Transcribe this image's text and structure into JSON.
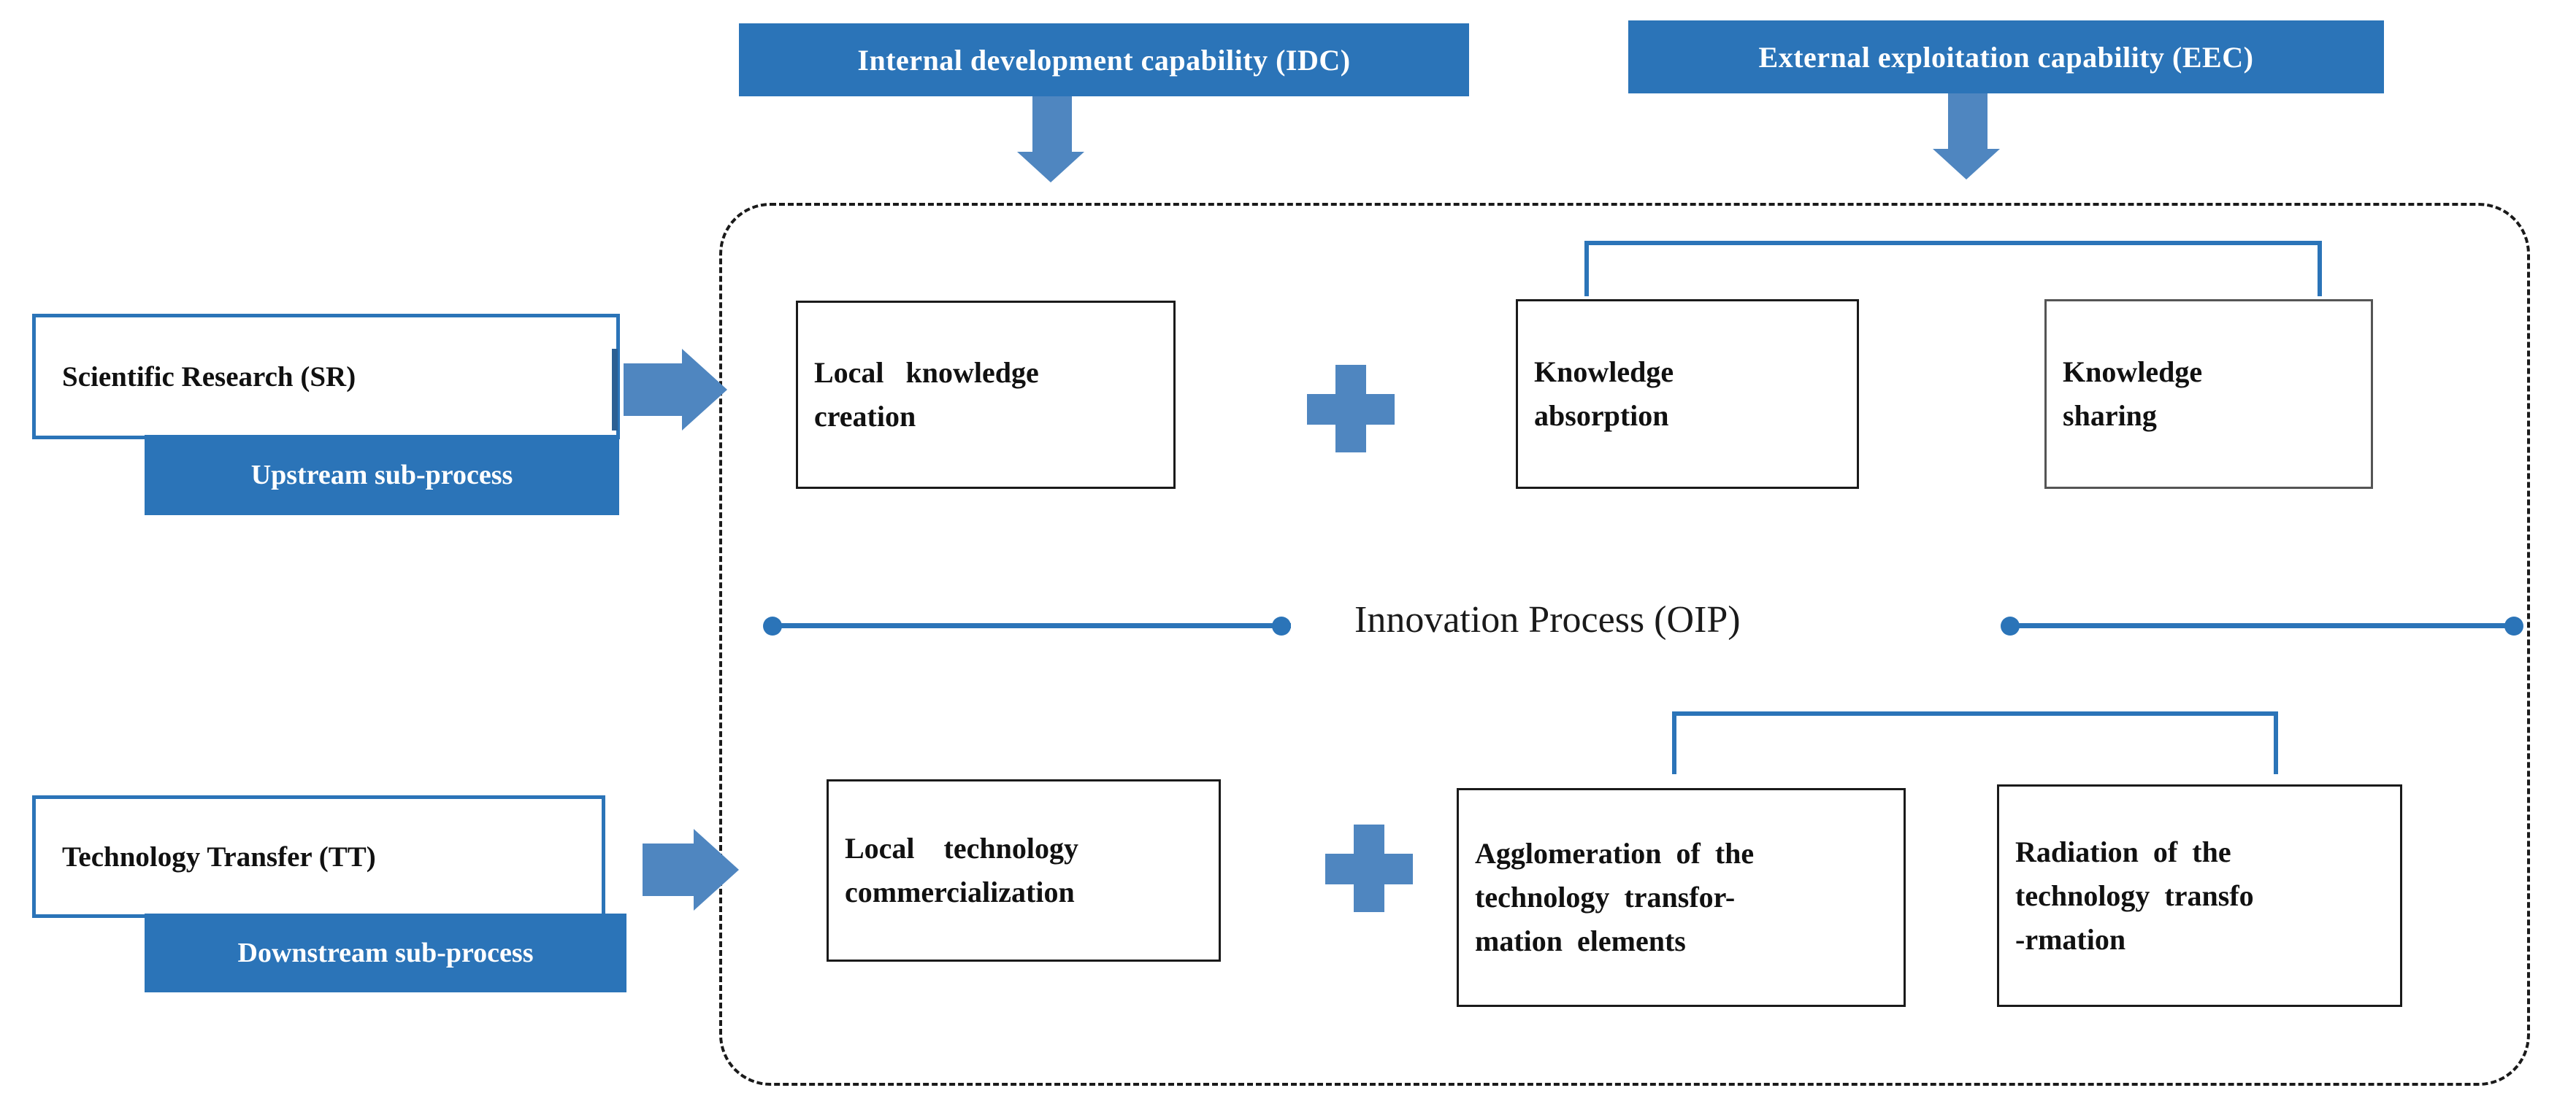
{
  "diagram": {
    "title": "Open Innovation Process diagram",
    "colors": {
      "primary_blue": "#2b74b8",
      "arrow_blue": "#4f86c0",
      "text_dark": "#111111",
      "dashed_border": "#1a1a1a"
    },
    "top_banners": [
      {
        "id": "idc",
        "label": "Internal development capability (IDC)"
      },
      {
        "id": "eec",
        "label": "External exploitation capability (EEC)"
      }
    ],
    "left_labels": [
      {
        "id": "sr",
        "label": "Scientific Research (SR)",
        "sub_label": "Upstream sub-process"
      },
      {
        "id": "tt",
        "label": "Technology Transfer (TT)",
        "sub_label": "Downstream sub-process"
      }
    ],
    "center_label": "Innovation Process (OIP)",
    "upper_row": {
      "local_box": {
        "lines": [
          "Local   knowledge",
          "creation"
        ]
      },
      "operator": "+",
      "right_boxes": [
        {
          "lines": [
            "Knowledge",
            "absorption"
          ]
        },
        {
          "lines": [
            "Knowledge",
            "sharing"
          ]
        }
      ]
    },
    "lower_row": {
      "local_box": {
        "lines": [
          "Local    technology",
          "commercialization"
        ]
      },
      "operator": "+",
      "right_boxes": [
        {
          "lines": [
            "Agglomeration  of  the",
            "technology  transfor-",
            "mation  elements"
          ]
        },
        {
          "lines": [
            "Radiation  of  the",
            "technology  transfo",
            "-rmation"
          ]
        }
      ]
    }
  }
}
